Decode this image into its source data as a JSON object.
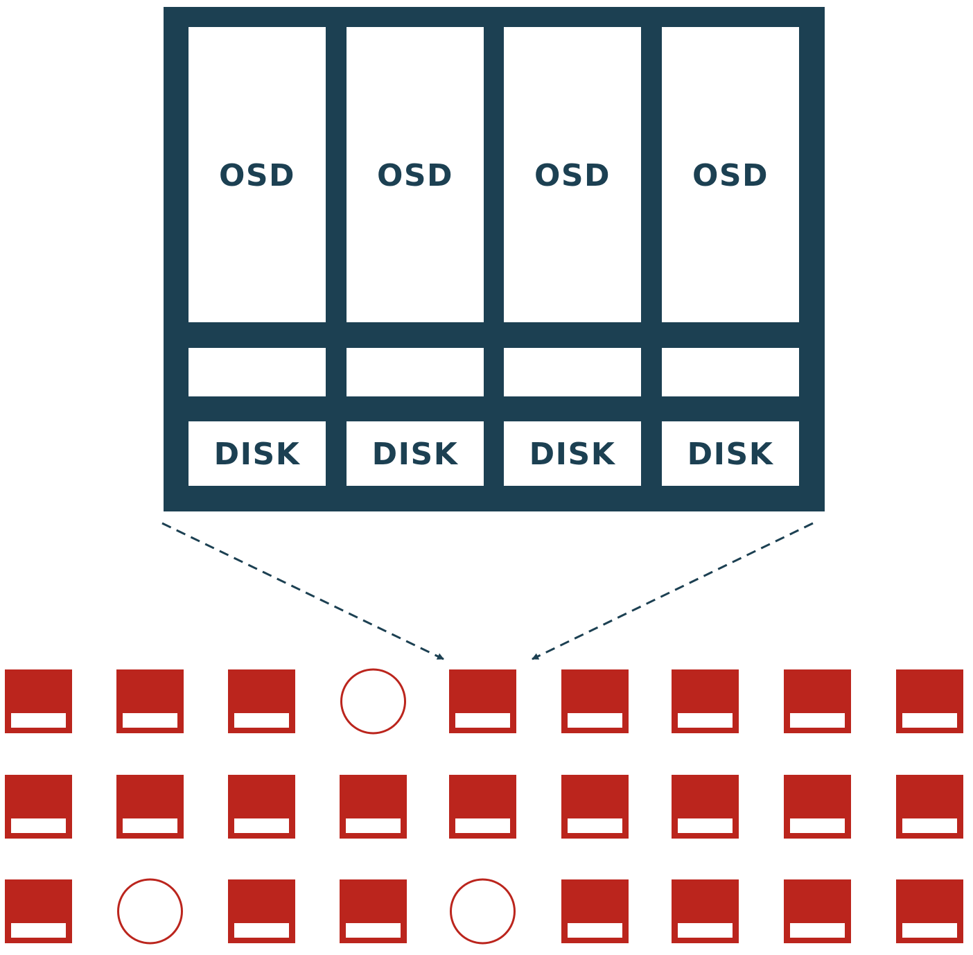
{
  "colors": {
    "server": "#1c4052",
    "node": "#bb251d",
    "background": "#ffffff"
  },
  "server": {
    "columns": [
      {
        "osd_label": "OSD",
        "disk_label": "DISK"
      },
      {
        "osd_label": "OSD",
        "disk_label": "DISK"
      },
      {
        "osd_label": "OSD",
        "disk_label": "DISK"
      },
      {
        "osd_label": "OSD",
        "disk_label": "DISK"
      }
    ]
  },
  "nodes": {
    "rows": [
      [
        "server",
        "server",
        "server",
        "empty",
        "server",
        "server",
        "server",
        "server",
        "server"
      ],
      [
        "server",
        "server",
        "server",
        "server",
        "server",
        "server",
        "server",
        "server",
        "server"
      ],
      [
        "server",
        "empty",
        "server",
        "server",
        "empty",
        "server",
        "server",
        "server",
        "server"
      ]
    ],
    "highlighted": {
      "row": 0,
      "col": 4
    }
  }
}
